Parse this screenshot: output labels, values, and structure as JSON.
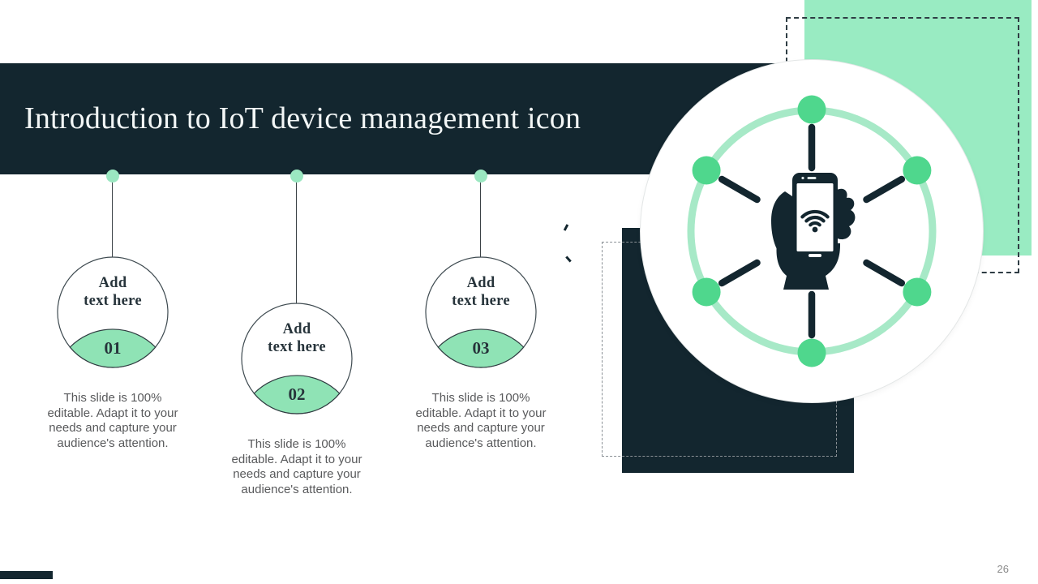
{
  "slide": {
    "title": "Introduction to IoT device management icon",
    "page_number": "26",
    "steps": [
      {
        "number": "01",
        "title_lines": [
          "Add",
          "text here"
        ],
        "description_lines": [
          "This slide is 100%",
          "editable. Adapt  it to your",
          "needs and capture your",
          "audience's attention."
        ]
      },
      {
        "number": "02",
        "title_lines": [
          "Add",
          "text here"
        ],
        "description_lines": [
          "This slide is 100%",
          "editable. Adapt  it to your",
          "needs and capture your",
          "audience's attention."
        ]
      },
      {
        "number": "03",
        "title_lines": [
          "Add",
          "text here"
        ],
        "description_lines": [
          "This slide is 100%",
          "editable. Adapt  it to your",
          "needs and capture your",
          "audience's attention."
        ]
      }
    ],
    "hero_icon": "hand-holding-smartphone-with-wifi-network-icon",
    "colors": {
      "dark_navy": "#13262f",
      "accent_green": "#4fd78d",
      "ring_light_green": "#a7e9c7",
      "pale_green_rect": "#99ebc2",
      "chord_green": "#8fe3b5",
      "connector_dot_green": "#9be7c1",
      "body_text_gray": "#595a5c"
    }
  }
}
